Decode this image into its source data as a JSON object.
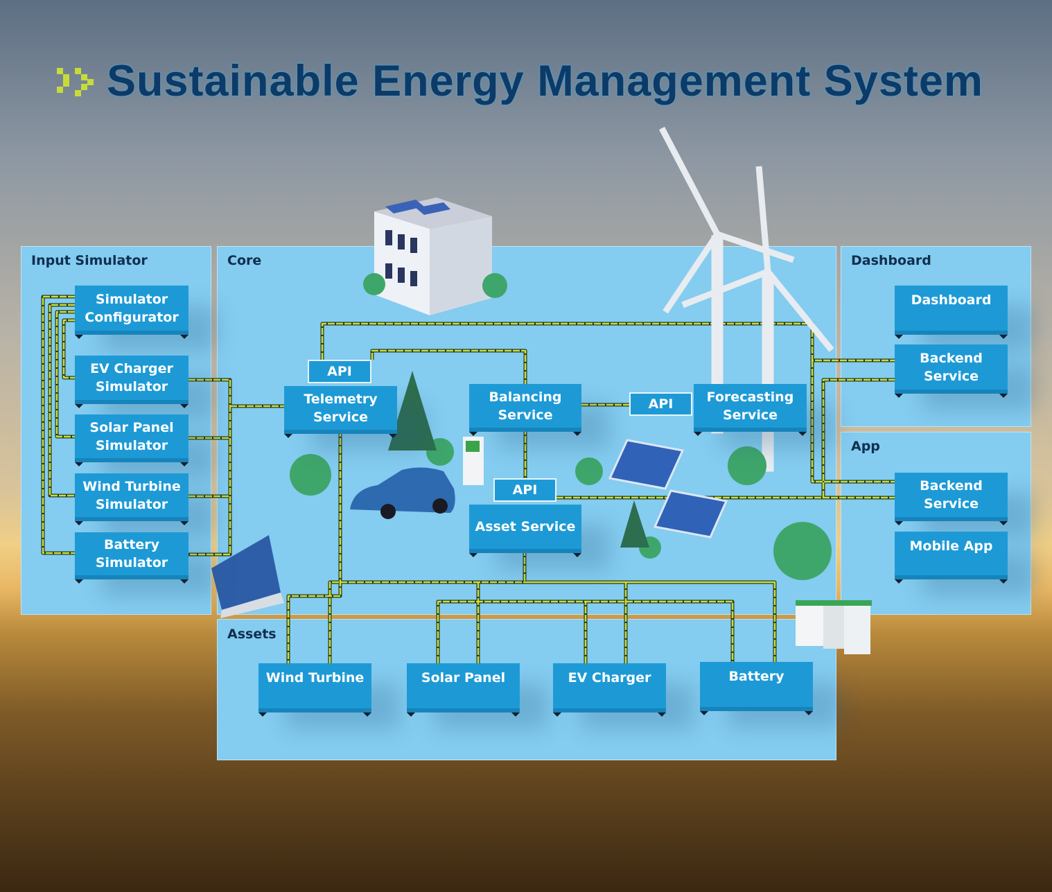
{
  "title": "Sustainable Energy Management System",
  "colors": {
    "panel": "#84ccf0",
    "box": "#1d9ad6",
    "title": "#0d3a66",
    "connector": "#c8e03a"
  },
  "panels": {
    "input": "Input Simulator",
    "core": "Core",
    "dashboard": "Dashboard",
    "app": "App",
    "assets": "Assets"
  },
  "input_simulator": [
    "Simulator Configurator",
    "EV Charger Simulator",
    "Solar Panel Simulator",
    "Wind Turbine Simulator",
    "Battery Simulator"
  ],
  "core": {
    "api": "API",
    "telemetry": "Telemetry Service",
    "balancing": "Balancing Service",
    "forecasting": "Forecasting Service",
    "asset": "Asset Service"
  },
  "dashboard": {
    "dashboard": "Dashboard",
    "backend": "Backend Service"
  },
  "app": {
    "backend": "Backend Service",
    "mobile": "Mobile App"
  },
  "assets": [
    "Wind Turbine",
    "Solar Panel",
    "EV Charger",
    "Battery"
  ]
}
